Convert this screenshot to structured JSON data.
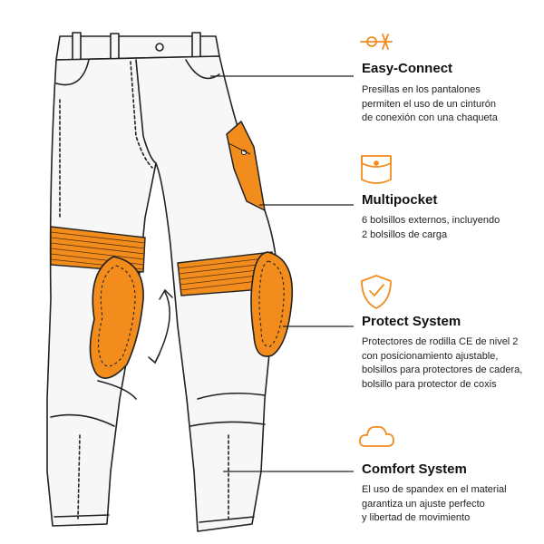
{
  "colors": {
    "accent": "#f28c1c",
    "outline": "#222222",
    "pants": "#f7f7f7"
  },
  "features": [
    {
      "icon": "clip-connector-icon",
      "title": "Easy-Connect",
      "lines": [
        "Presillas en los pantalones",
        "permiten el uso de un cinturón",
        "de conexión con una chaqueta"
      ]
    },
    {
      "icon": "pocket-icon",
      "title": "Multipocket",
      "lines": [
        "6 bolsillos externos, incluyendo",
        "2 bolsillos de carga"
      ]
    },
    {
      "icon": "shield-check-icon",
      "title": "Protect System",
      "lines": [
        "Protectores de rodilla CE de nivel 2",
        "con posicionamiento ajustable,",
        "bolsillos para protectores de cadera,",
        "bolsillo para protector de coxis"
      ]
    },
    {
      "icon": "cloud-icon",
      "title": "Comfort System",
      "lines": [
        "El uso de spandex en el material",
        "garantiza un ajuste perfecto",
        "y libertad de movimiento"
      ]
    }
  ]
}
